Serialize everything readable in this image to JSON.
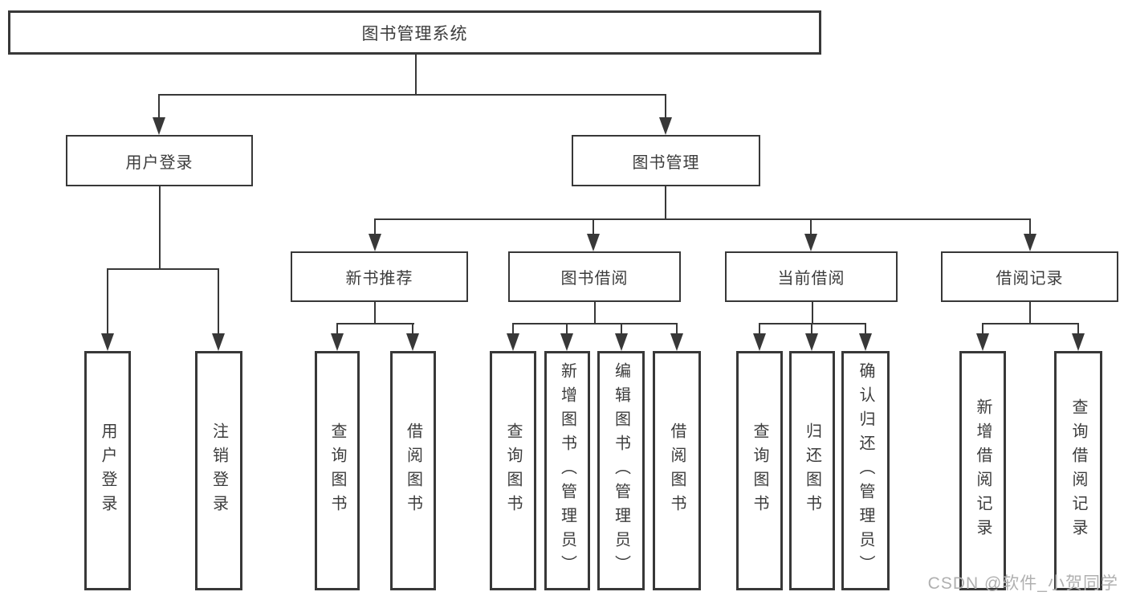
{
  "diagram": {
    "root": {
      "label": "图书管理系统"
    },
    "level2": {
      "user_login": {
        "label": "用户登录"
      },
      "book_mgmt": {
        "label": "图书管理"
      }
    },
    "level3": {
      "new_book": {
        "label": "新书推荐"
      },
      "book_borrow": {
        "label": "图书借阅"
      },
      "current_borrow": {
        "label": "当前借阅"
      },
      "borrow_record": {
        "label": "借阅记录"
      }
    },
    "leaves": {
      "user_login": {
        "label": "用户登录"
      },
      "logout": {
        "label": "注销登录"
      },
      "nb_query": {
        "label": "查询图书"
      },
      "nb_borrow": {
        "label": "借阅图书"
      },
      "bb_query": {
        "label": "查询图书"
      },
      "bb_add": {
        "label": "新增图书（管理员）"
      },
      "bb_edit": {
        "label": "编辑图书（管理员）"
      },
      "bb_borrow": {
        "label": "借阅图书"
      },
      "cb_query": {
        "label": "查询图书"
      },
      "cb_return": {
        "label": "归还图书"
      },
      "cb_confirm": {
        "label": "确认归还（管理员）"
      },
      "br_add": {
        "label": "新增借阅记录"
      },
      "br_query": {
        "label": "查询借阅记录"
      }
    }
  },
  "watermark": {
    "text": "CSDN @软件_小贺同学"
  },
  "colors": {
    "line": "#383838",
    "text": "#3c3c3c",
    "watermark": "#b0b0b0",
    "background": "#ffffff"
  }
}
